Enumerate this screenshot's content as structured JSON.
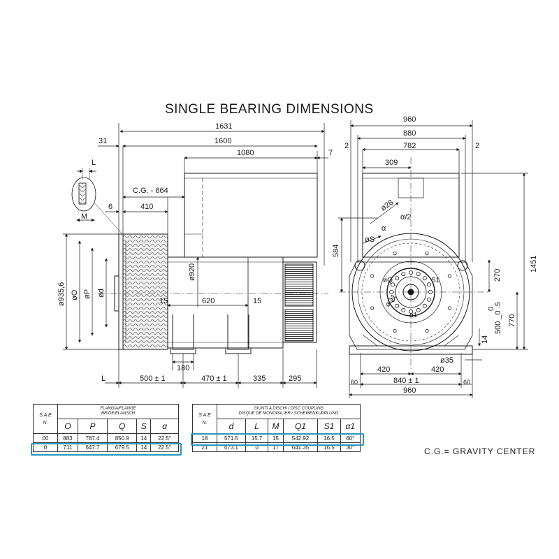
{
  "title": "SINGLE BEARING DIMENSIONS",
  "note": "C.G.= GRAVITY CENTER",
  "side_view_dims": {
    "overall_length": "1631",
    "length": "1600",
    "offset_31": "31",
    "frame_length": "1080",
    "offset_7": "7",
    "cg_label": "C.G. - 664",
    "d410": "410",
    "d6": "6",
    "phi920": "ø920",
    "phi935": "ø935,6",
    "phiO": "øO",
    "phiP": "øP",
    "phid": "ød",
    "d15a": "15",
    "d620": "620",
    "d15b": "15",
    "d180": "180",
    "L_top": "L",
    "M_label": "M",
    "L_bottom": "L",
    "d500": "500 ± 1",
    "d470": "470 ± 1",
    "d335": "335",
    "d295": "295"
  },
  "front_view_dims": {
    "d960_top": "960",
    "d880": "880",
    "d2_left": "2",
    "d782": "782",
    "d2_right": "2",
    "d309": "309",
    "phi28": "ø28",
    "alpha_half": "α/2",
    "alpha": "α",
    "phiS": "øS",
    "phiQ": "øQ",
    "S1": "S1",
    "phiQ1": "øQ1",
    "alpha1": "α1",
    "d584": "584",
    "d1451": "1451",
    "d270": "270",
    "dim_0": "0",
    "dim_500_05": "500 _0 .5",
    "d770": "770",
    "d14": "14",
    "phi35": "ø35",
    "d420_left": "420",
    "d420_right": "420",
    "d60_left": "60",
    "d840": "840 ± 1",
    "d60_right": "60",
    "d960_bottom": "960"
  },
  "flange_table": {
    "sae_header": "S A E\nN.",
    "group_header": "FLANGIA/FLANGE\nBRIDE/FLANSCH",
    "columns": [
      "O",
      "P",
      "Q",
      "S",
      "α"
    ],
    "rows": [
      {
        "sae": "00",
        "values": [
          "883",
          "787.4",
          "850.9",
          "14",
          "22.5°"
        ],
        "highlighted": false
      },
      {
        "sae": "0",
        "values": [
          "711",
          "647.7",
          "679.5",
          "14",
          "22.5°"
        ],
        "highlighted": true
      }
    ]
  },
  "coupling_table": {
    "sae_header": "S A E\nN.",
    "group_header": "GIUNTI A DISCHI / DISC COUPLING\nDISQUE DE MONOPALIER / SCHEIBENKUPPLUNG",
    "columns": [
      "d",
      "L",
      "M",
      "Q1",
      "S1",
      "α1"
    ],
    "rows": [
      {
        "sae": "18",
        "values": [
          "571.5",
          "15.7",
          "15",
          "542.92",
          "16.5",
          "60°"
        ],
        "highlighted": true
      },
      {
        "sae": "21",
        "values": [
          "673.1",
          "0",
          "17",
          "641.35",
          "16.5",
          "30°"
        ],
        "highlighted": false
      }
    ]
  },
  "colors": {
    "line": "#1a1a1a",
    "highlight": "#2b95bf",
    "hatch": "#777777"
  }
}
